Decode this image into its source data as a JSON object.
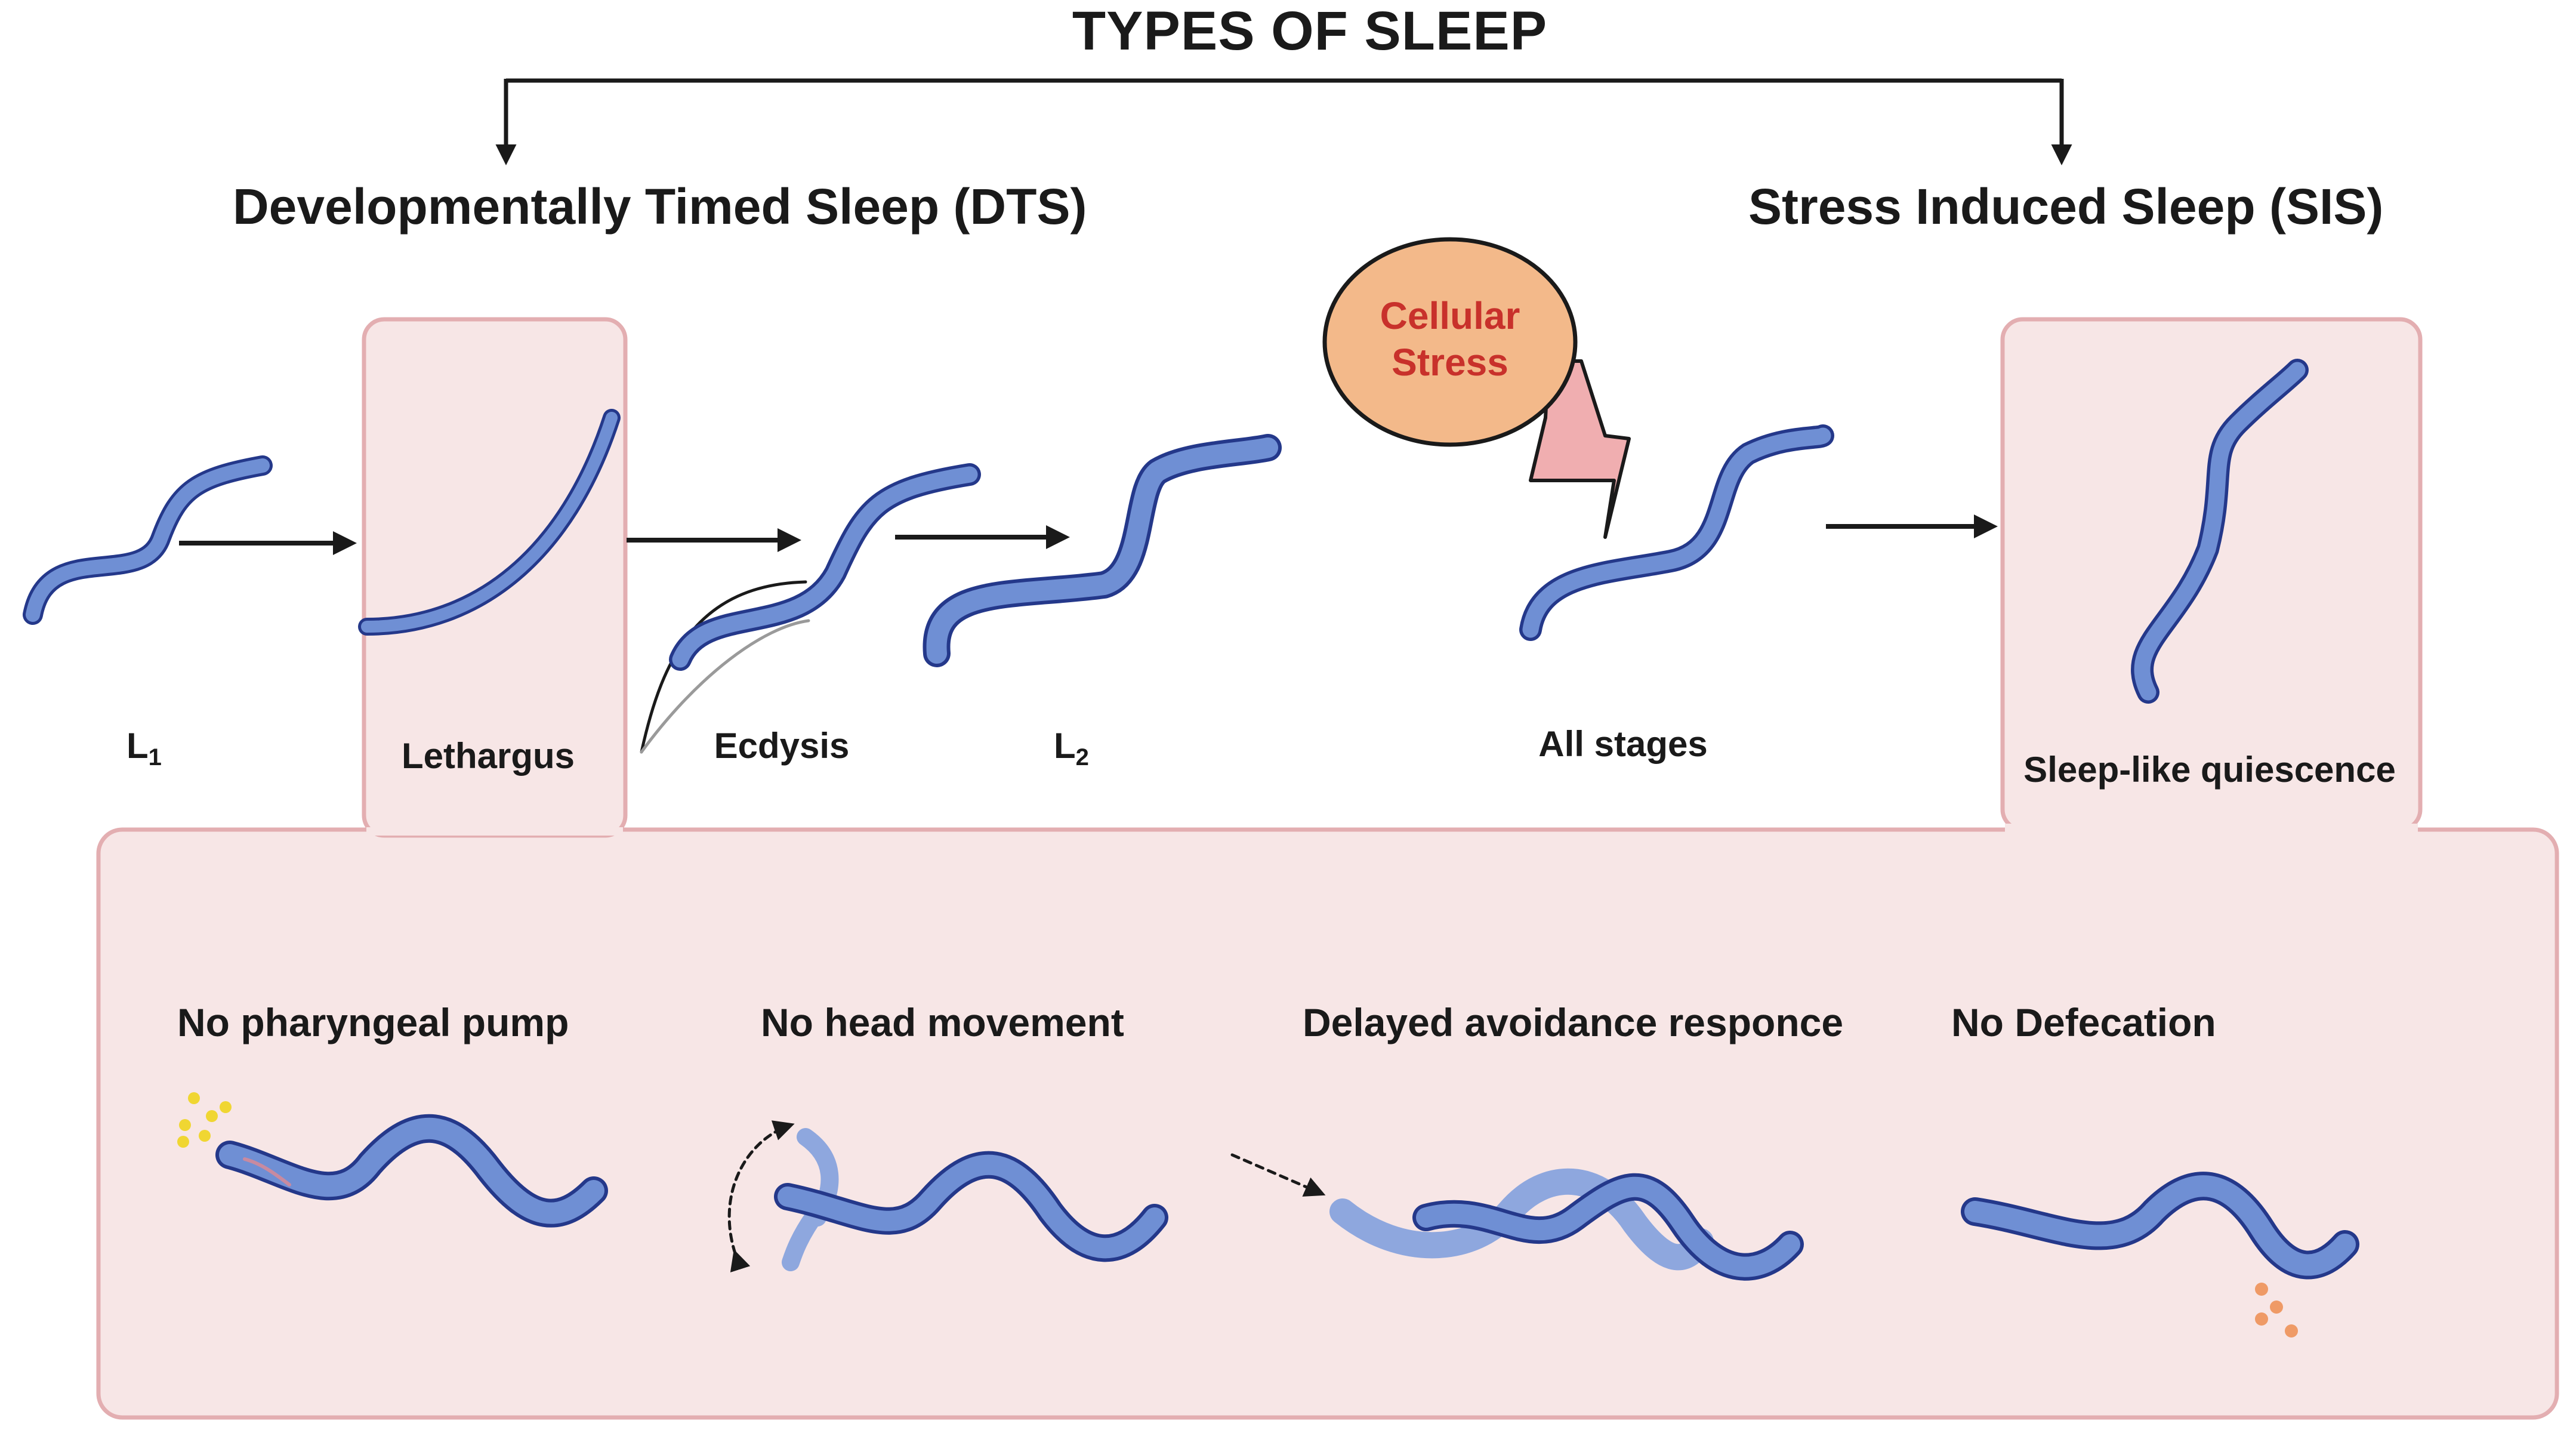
{
  "title": "TYPES OF SLEEP",
  "categories": {
    "dts": "Developmentally Timed Sleep (DTS)",
    "sis": "Stress Induced Sleep (SIS)"
  },
  "stages": {
    "l1_main": "L",
    "l1_sub": "1",
    "lethargus": "Lethargus",
    "ecdysis": "Ecdysis",
    "l2_main": "L",
    "l2_sub": "2",
    "all_stages": "All stages",
    "quiescence": "Sleep-like quiescence"
  },
  "stress": {
    "line1": "Cellular",
    "line2": "Stress"
  },
  "behaviors": [
    "No pharyngeal pump",
    "No head movement",
    "Delayed avoidance responce",
    "No Defecation"
  ],
  "colors": {
    "worm_fill": "#6f8fd4",
    "worm_stroke": "#24388a",
    "box_fill": "#f7e6e6",
    "box_stroke": "#e3aeb1",
    "stress_fill": "#f3b98a",
    "stress_text": "#c8312b",
    "bolt_fill": "#f0aeb0",
    "food_dots": "#f0d632",
    "feces_dots": "#ef9a66"
  }
}
